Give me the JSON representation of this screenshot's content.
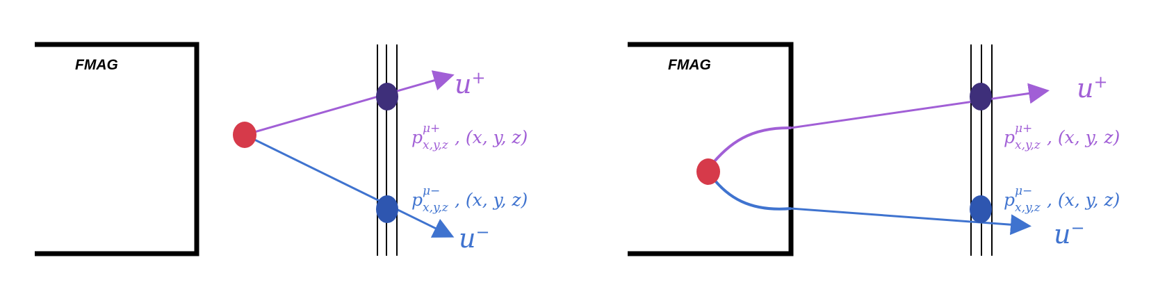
{
  "colors": {
    "plus": "#A15FD6",
    "minus": "#3F73CF",
    "vertex": "#D63A4A",
    "hit_plus": "#3E2F7A",
    "hit_minus": "#2E56B0",
    "magnet": "#000000"
  },
  "left_panel": {
    "magnet_label": "FMAG",
    "plus_label": {
      "base": "u",
      "sign": "+"
    },
    "minus_label": {
      "base": "u",
      "sign": "−"
    },
    "plus_momentum": {
      "p": "p",
      "sup": "μ+",
      "sub": "x,y,z",
      "coords": ", (x, y, z)"
    },
    "minus_momentum": {
      "p": "p",
      "sup": "μ−",
      "sub": "x,y,z",
      "coords": ", (x, y, z)"
    }
  },
  "right_panel": {
    "magnet_label": "FMAG",
    "plus_label": {
      "base": "u",
      "sign": "+"
    },
    "minus_label": {
      "base": "u",
      "sign": "−"
    },
    "plus_momentum": {
      "p": "p",
      "sup": "μ+",
      "sub": "x,y,z",
      "coords": ", (x, y, z)"
    },
    "minus_momentum": {
      "p": "p",
      "sup": "μ−",
      "sub": "x,y,z",
      "coords": ", (x, y, z)"
    }
  }
}
